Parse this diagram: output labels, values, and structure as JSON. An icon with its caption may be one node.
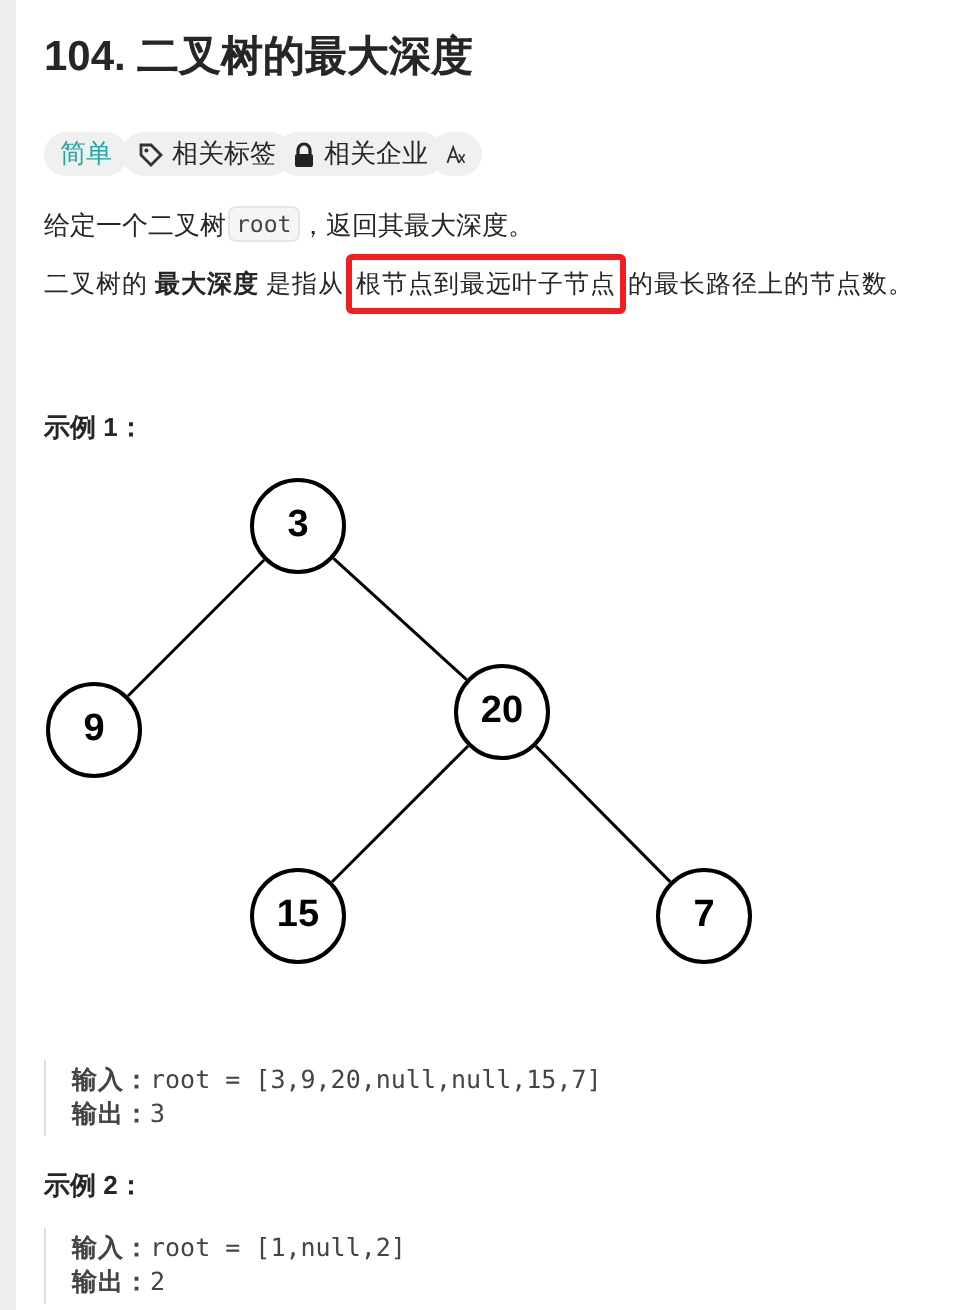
{
  "diagram": {
    "title": "104. 二叉树的最大深度",
    "nodes": [
      {
        "text": [
          "根节点到最远叶子节点"
        ]
      },
      {
        "text": [
          "3"
        ]
      },
      {
        "text": [
          "9"
        ]
      },
      {
        "text": [
          "20"
        ]
      },
      {
        "text": [
          "15"
        ]
      },
      {
        "text": [
          "7"
        ]
      }
    ],
    "edges": [
      {
        "from": 1,
        "to": 2,
        "arrow": "none"
      },
      {
        "from": 1,
        "to": 3,
        "arrow": "none"
      },
      {
        "from": 3,
        "to": 4,
        "arrow": "none"
      },
      {
        "from": 3,
        "to": 5,
        "arrow": "none"
      }
    ],
    "labels": [
      "简单",
      "相关标签",
      "相关企业",
      "给定一个二叉树",
      "root",
      "，返回其最大深度。",
      "二叉树的 **最大深度** 是指从",
      "的最长路径上的节点数。",
      "示例 1：",
      "**输入：**root = [3,9,20,null,null,15,7]",
      "**输出：**3",
      "示例 2：",
      "**输入：**root = [1,null,2]",
      "**输出：**2"
    ]
  }
}
